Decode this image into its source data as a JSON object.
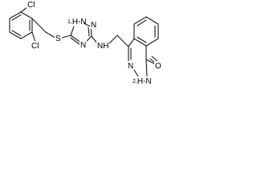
{
  "molecule": {
    "atoms": {
      "cl_top": "Cl",
      "cl_bottom": "Cl",
      "sulfur": "S",
      "triazole_nh": "1,H-N",
      "triazole_n_upper": "N",
      "triazole_n_lower": "N",
      "amine_nh": "NH",
      "phthalazine_n": "N",
      "phthalazine_nh": "2,H-N",
      "carbonyl_o": "O"
    },
    "display": {
      "triazole_nh": "H-N",
      "triazole_nh_sup": "1,",
      "phthalazine_nh": "H-N",
      "phthalazine_nh_sup": "2,"
    }
  }
}
